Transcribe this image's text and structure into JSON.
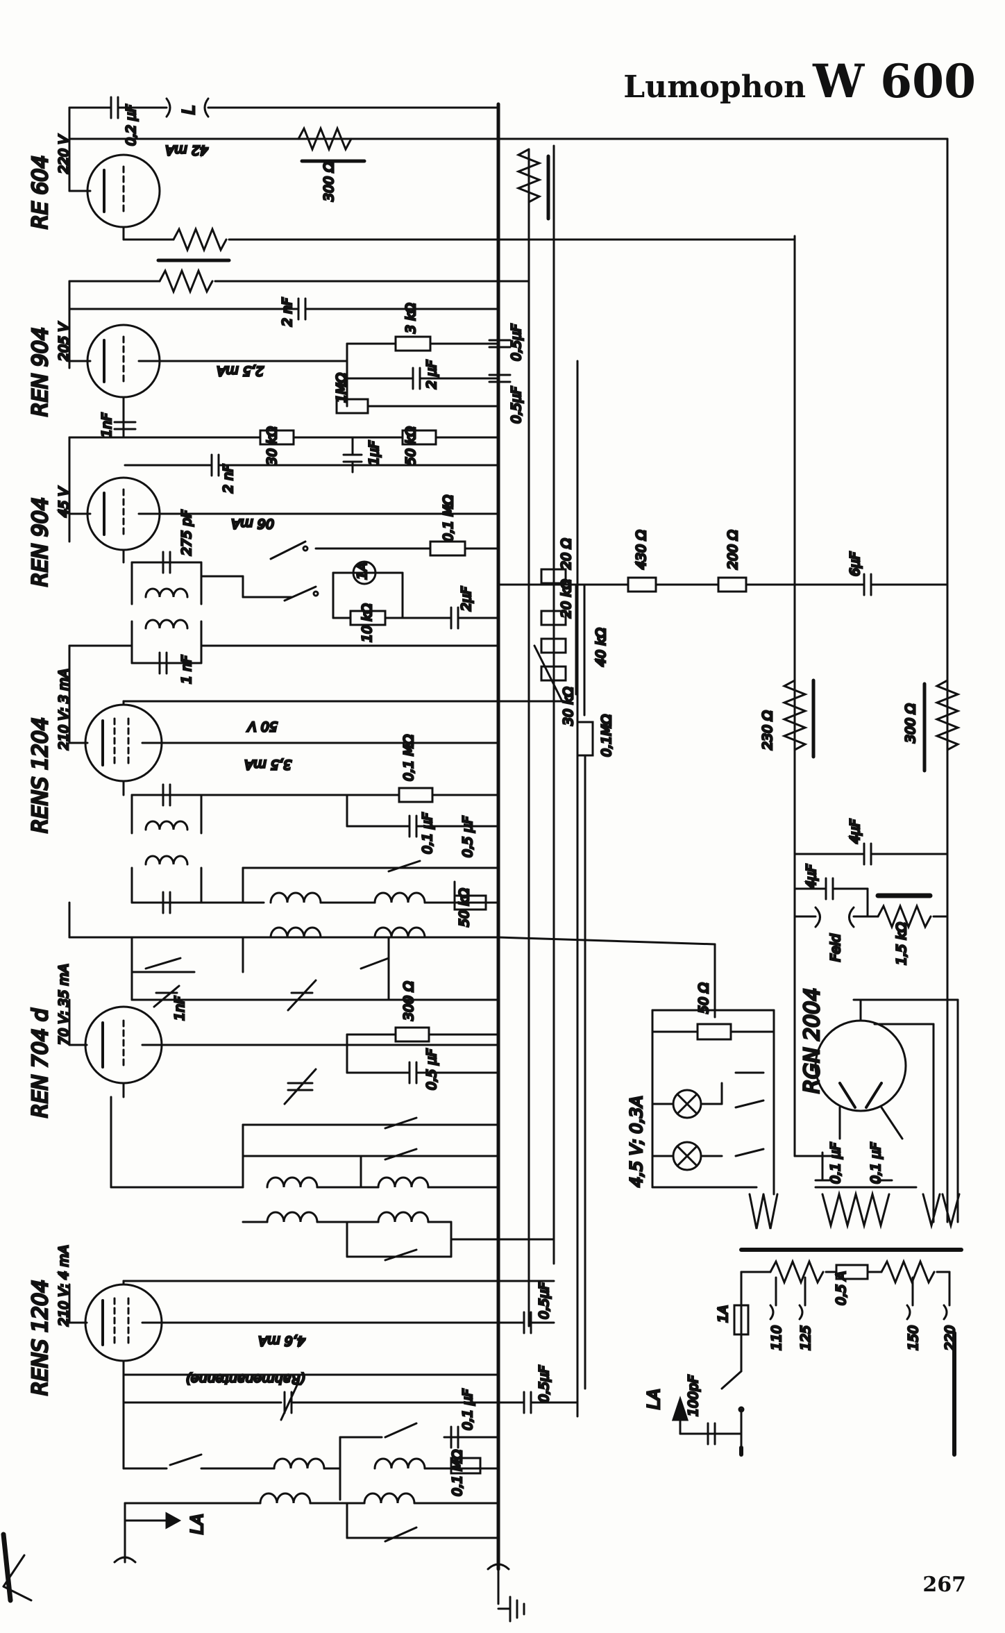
{
  "header": {
    "brand": "Lumophon",
    "model": "W 600"
  },
  "page_number": "267",
  "tubes": [
    {
      "type": "RE 604",
      "voltage": "220 V",
      "current": "42 mA"
    },
    {
      "type": "REN 904",
      "voltage": "205 V",
      "current": "2,5 mA"
    },
    {
      "type": "REN 904",
      "voltage": "45 V",
      "current": "06 mA"
    },
    {
      "type": "RENS 1204",
      "voltage": "210 V; 3 mA",
      "current": "3,5 mA",
      "extra": "50 V"
    },
    {
      "type": "REN 704 d",
      "voltage": "70 V; 35 mA",
      "current": ""
    },
    {
      "type": "RENS 1204",
      "voltage": "210 V; 4 mA",
      "current": "4,6 mA"
    }
  ],
  "rectifier": {
    "type": "RGN 2004"
  },
  "labels": {
    "l": "L",
    "c_02uf": "0,2 µF",
    "r_300": "300 Ω",
    "c_2nf": "2 nF",
    "c_05uf_a": "0,5µF",
    "c_05uf_b": "0,5µF",
    "r_3k": "3 kΩ",
    "c_2uf": "2 µF",
    "r_1m": "1MΩ",
    "c_1nf": "1nF",
    "r_30k": "30 kΩ",
    "c_1uf": "1µF",
    "r_50k": "50 kΩ",
    "c_2nf_b": "2 nF",
    "c_275pf": "275 pF",
    "r_01m_a": "0,1 MΩ",
    "r_20": "20 Ω",
    "r_430": "430 Ω",
    "r_200": "200 Ω",
    "c_6uf": "6µF",
    "fuse_1a": "1A",
    "c_2uf_b": "2µF",
    "r_10k": "10 kΩ",
    "r_20k": "20 kΩ",
    "r_40k": "40 kΩ",
    "r_30k_pot": "30 kΩ",
    "c_1nf_b": "1 nF",
    "r_01m_b": "0,1MΩ",
    "r_230": "230 Ω",
    "r_300_b": "300 Ω",
    "r_01m_c": "0,1 MΩ",
    "c_01uf": "0,1 µF",
    "c_05uf_c": "0,5 µF",
    "r_50k_b": "50 kΩ",
    "c_4uf_a": "4µF",
    "c_4uf_b": "4µF",
    "feld": "Feld",
    "r_15k": "1,5 kΩ",
    "c_1nf_c": "1nF",
    "r_300_c": "300 Ω",
    "c_05uf_d": "0,5 µF",
    "r_50": "50 Ω",
    "lamps": "4,5 V; 0,3A",
    "c_01uf_b": "0,1 µF",
    "c_01uf_c": "0,1 µF",
    "c_05uf_e": "0,5µF",
    "c_05uf_f": "0,5µF",
    "rahmenantenne": "(Rahmenantenne)",
    "c_01uf_d": "0,1 µF",
    "r_01m_d": "0,1 MΩ",
    "la_left": "LA",
    "la_right": "LA",
    "c_100pf": "100pF",
    "fuse_1a_b": "1A",
    "fuse_05a": "0,5 A",
    "tap_110": "110",
    "tap_125": "125",
    "tap_150": "150",
    "tap_220": "220"
  }
}
